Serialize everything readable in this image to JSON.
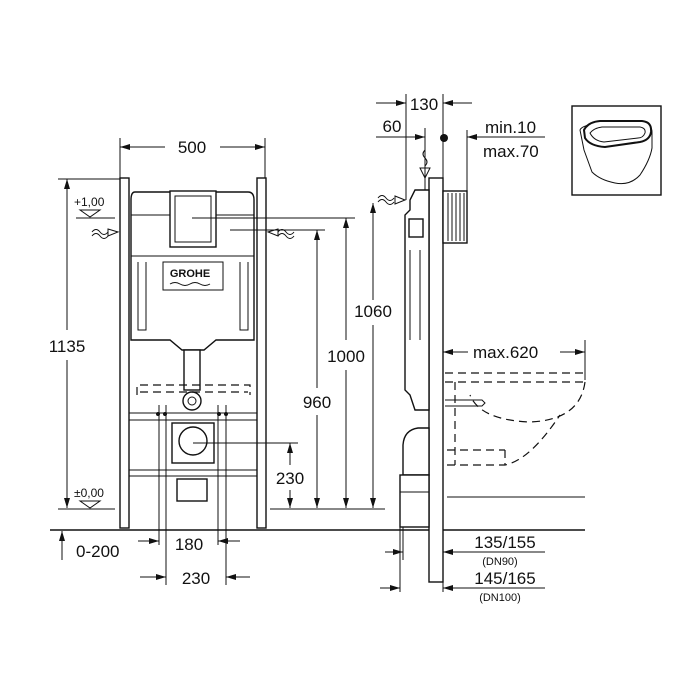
{
  "front_view": {
    "width_500": "500",
    "height_1135": "1135",
    "level_top": "+1,00",
    "level_zero": "±0,00",
    "dim_1000": "1000",
    "dim_960": "960",
    "dim_230_height": "230",
    "dim_180": "180",
    "dim_230_width": "230",
    "dim_0_200": "0-200",
    "logo_text": "GROHE"
  },
  "side_view": {
    "dim_130": "130",
    "dim_60": "60",
    "wall_min": "min.10",
    "wall_max": "max.70",
    "dim_1060": "1060",
    "dim_max620": "max.620",
    "dim_135_155": "135/155",
    "dn90": "(DN90)",
    "dim_145_165": "145/165",
    "dn100": "(DN100)"
  },
  "thumbnail": {
    "icon": "wall-hung-toilet-icon"
  }
}
